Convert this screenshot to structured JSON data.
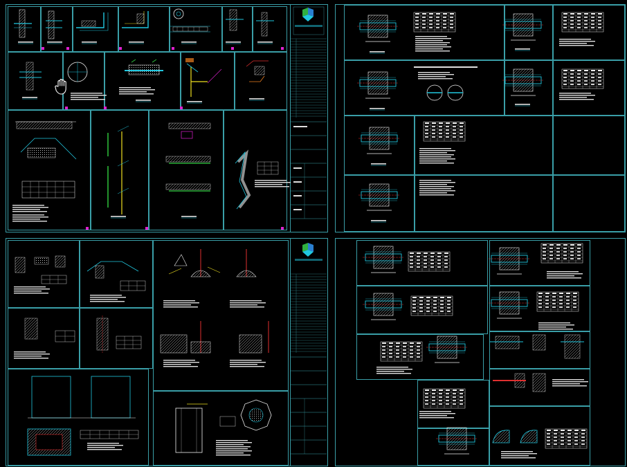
{
  "app": {
    "title": "",
    "background": "#000000",
    "frame_color": "#3a9fa8",
    "line_colors": {
      "cyan": "#21c8e0",
      "white": "#f0f0f0",
      "yellow": "#f0e020",
      "green": "#30d040",
      "magenta": "#e020d0",
      "red": "#e03030",
      "orange": "#f08020"
    }
  },
  "cursor": {
    "icon": "hand-pan-cursor-icon"
  },
  "sheets": [
    {
      "id": "sheet-1",
      "logo": "company-logo-icon"
    },
    {
      "id": "sheet-2"
    },
    {
      "id": "sheet-3",
      "logo": "company-logo-icon"
    },
    {
      "id": "sheet-4"
    }
  ]
}
